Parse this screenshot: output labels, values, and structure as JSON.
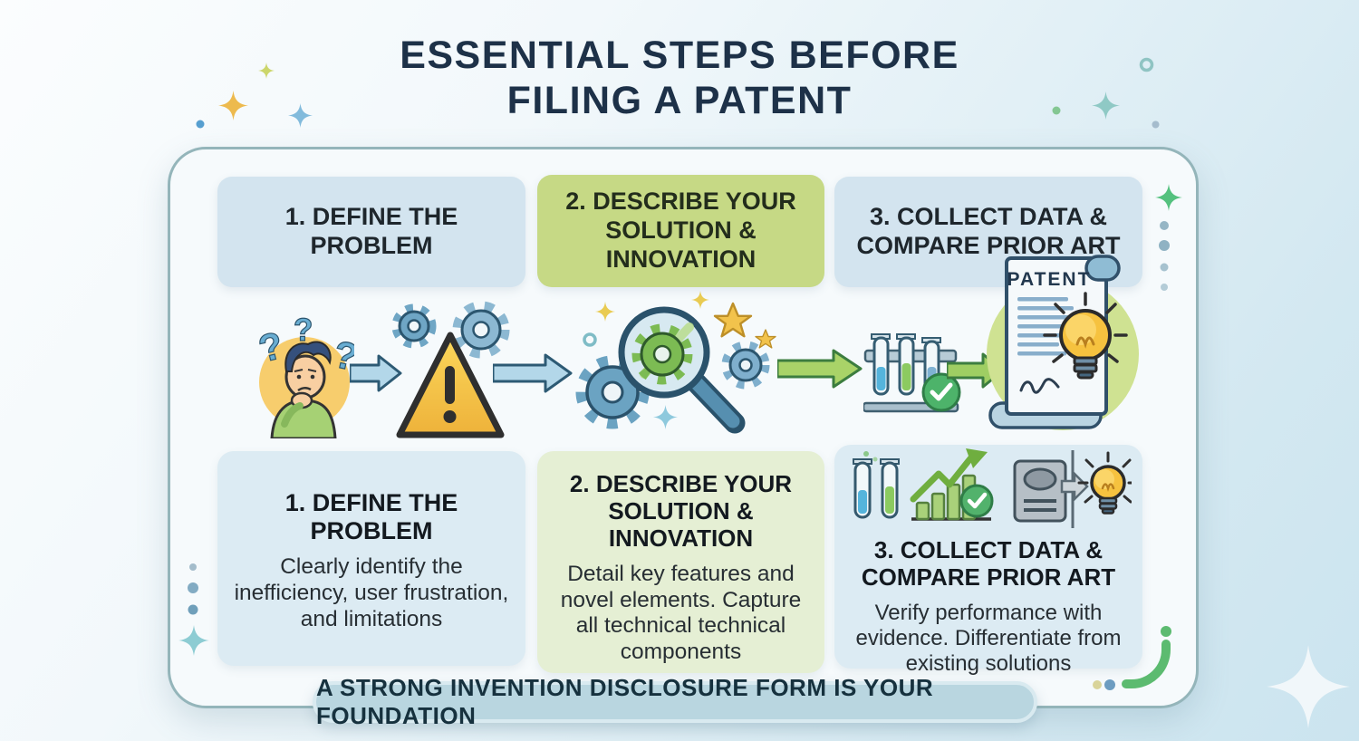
{
  "title": {
    "line1": "ESSENTIAL STEPS BEFORE",
    "line2": "FILING A PATENT"
  },
  "steps": [
    {
      "header": "1. DEFINE THE PROBLEM",
      "detail_heading": "1. DEFINE THE PROBLEM",
      "detail_body": "Clearly identify the inefficiency, user frustration, and limitations"
    },
    {
      "header": "2. DESCRIBE YOUR SOLUTION & INNOVATION",
      "detail_heading": "2. DESCRIBE YOUR SOLUTION & INNOVATION",
      "detail_body": "Detail key features and novel elements. Capture all technical technical components"
    },
    {
      "header": "3. COLLECT DATA & COMPARE PRIOR ART",
      "detail_heading": "3. COLLECT DATA & COMPARE PRIOR ART",
      "detail_body": "Verify performance with evidence. Differentiate from existing solutions"
    }
  ],
  "patent_label": "PATENT",
  "footer_banner": "A STRONG INVENTION DISCLOSURE FORM IS YOUR FOUNDATION",
  "icons": {
    "step1": "thinking-person-icon",
    "flow": [
      "arrow-right-icon",
      "warning-triangle-gears-icon",
      "arrow-right-icon",
      "magnifier-gears-innovation-icon",
      "arrow-right-icon",
      "test-tubes-check-icon",
      "arrow-right-icon",
      "patent-scroll-lightbulb-icon"
    ],
    "step3_strip": [
      "test-tubes-icon",
      "growth-chart-check-icon",
      "document-card-icon",
      "arrow-right-icon",
      "lightbulb-icon"
    ]
  },
  "colors": {
    "title": "#1d3148",
    "header_blue": "#d3e4ef",
    "header_green": "#c6d985",
    "detail_blue": "#dcebf3",
    "detail_green": "#e5efd4",
    "banner_bg": "#b9d6e0",
    "card_bg": "#f6fafc",
    "arrow_blue": "#b3d7e9",
    "arrow_green": "#a9d368"
  }
}
